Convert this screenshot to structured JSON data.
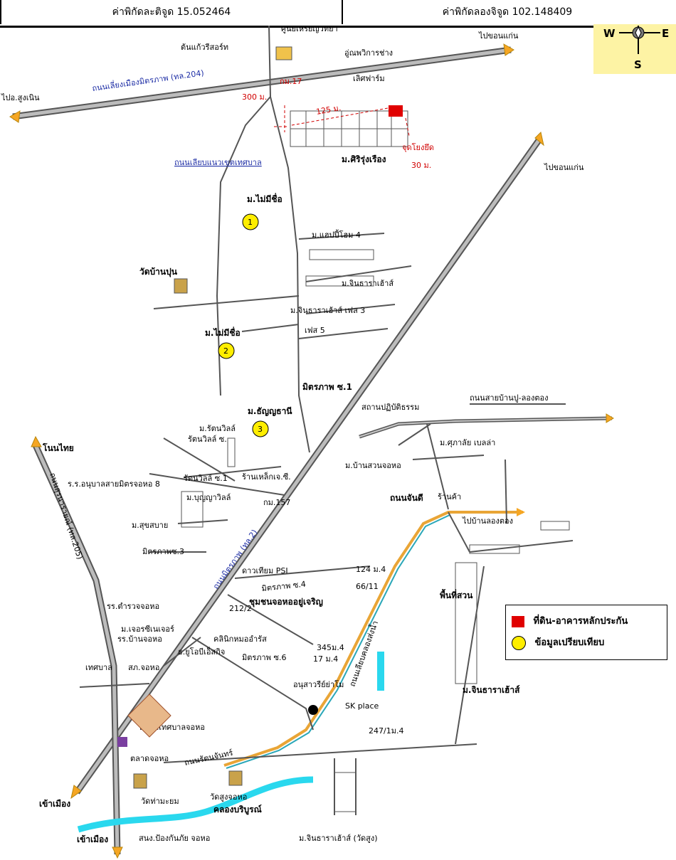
{
  "header": {
    "latitude_label": "ค่าพิกัดละติจูด 15.052464",
    "longitude_label": "ค่าพิกัดลองจิจูด 102.148409"
  },
  "compass": {
    "west": "W",
    "east": "E",
    "south": "S",
    "icon": "compass-rose-icon"
  },
  "roads": {
    "road_204": "ถนนเลี่ยงเมืองมิตรภาพ (ทล.204)",
    "to_khonkaen_top": "ไปขอนแก่น",
    "to_sungnoen": "ไปอ.สูงเนิน",
    "bypass_municipal": "ถนนเลียบแนวเขตเทศบาล",
    "to_khonkaen_right": "ไปขอนแก่น",
    "road_2": "ถนนมิตรภาพ (ทล.2)",
    "road_banpu": "ถนนสายบ้านปู-ลองตอง",
    "road_chanthi": "ถนนจันดี",
    "to_banlongtong": "ไปบ้านลองตอง",
    "road_rattanachan": "ถนนรัตนจันทร์",
    "road_khlong_songnam": "ถนนเลียบคลองส่งน้ำ",
    "road_205": "ถนนสุรนารายณ์ (ทล.205)",
    "to_phimai": "โนนไทย",
    "to_city_1": "เข้าเมือง",
    "to_city_2": "เข้าเมือง",
    "dist_300": "300 ม.",
    "dist_125": "125 ม.",
    "dist_30": "30 ม.",
    "subject_point": "จุดโยงยึด",
    "km17": "กม.17",
    "km157": "กม.157"
  },
  "places": {
    "ku_thong": "ต้นแก้วรีสอร์ท",
    "top_bld": "ศูนย์เหรียญวิทยา",
    "garage": "อู่ณพวิการช่าง",
    "farm": "เลิศฟาร์ม",
    "siri": "ม.ศิริรุ่งเรือง",
    "no_name_1": "ม.ไม่มีชื่อ",
    "happy_home": "ม.แฮปปี้โฮม 4",
    "chinthara_1": "ม.จินธาราเฮ้าส์",
    "chinthara_3": "ม.จินธาราเฮ้าส์ เฟส 3",
    "phase5": "เฟส 5",
    "wat_banpu": "วัดบ้านปุน",
    "no_name_2": "ม.ไม่มีชื่อ",
    "mittraphap_1": "มิตรภาพ ซ.1",
    "chanyathani": "ม.ธัญญธานี",
    "practice": "สถานปฏิบัติธรรม",
    "rattanawin": "ม.รัตนวิลล์",
    "rattanawin_soi": "รัตนวิลล์ ซ.",
    "supalai": "ม.ศุภาลัย เบลล่า",
    "ban_suan": "ม.บ้านสวนจอหอ",
    "school": "ร.ร.อนุบาลสายมิตรจอหอ 8",
    "rattanawin_soi1": "รัตนวิลล์ ซ.1",
    "steel": "ร้านเหล็กเจ.ซี.",
    "boonyavilla": "ม.บุญญาวิลล์",
    "shop": "ร้านค้า",
    "sukhsabai": "ม.สุขสบาย",
    "mittraphap_3": "มิตรภาพซ.3",
    "kaewtien": "ดาวเทียม PSI",
    "mittraphap_4": "มิตรภาพ ซ.4",
    "community": "ชุมชนจอหออยู่เจริญ",
    "garden": "พื้นที่สวน",
    "police": "สภ.จอหอ",
    "banchokho_school": "รร.บ้านจอหอ",
    "police_station": "รร.ตำรวจจอหอ",
    "jeravanich": "ม.เจอรซีเนเจอร์",
    "clinic": "คลินิกหมออำรัส",
    "mittraphap_6": "มิตรภาพ ซ.6",
    "bank": "ธ.ยูโอบีเอ็สกิจ",
    "municipal": "เทศบาล",
    "temple_market": "ตลาดเทศบาลจอหอ",
    "talad": "ตลาดจอหอ",
    "monument": "อนุสาวรีย์ย่าโม",
    "sk_place": "SK place",
    "chinthara_big": "ม.จินธาราเฮ้าส์",
    "wat_thamrong": "วัดท่ามะยม",
    "wat_sung": "วัดสูงจอหอ",
    "khlong": "คลองบริบูรณ์",
    "disaster": "สนง.ป้องกันภัย จอหอ",
    "chinthara_wat": "ม.จินธาราเฮ้าส์ (วัดสูง)",
    "addr_124": "124 ม.4",
    "addr_66": "66/11",
    "addr_345": "345ม.4",
    "addr_17": "17 ม.4",
    "addr_247": "247/1ม.4",
    "addr_212": "212/2"
  },
  "markers": [
    {
      "num": "1"
    },
    {
      "num": "2"
    },
    {
      "num": "3"
    }
  ],
  "legend": {
    "subject": "ที่ดิน-อาคารหลักประกัน",
    "comparable": "ข้อมูลเปรียบเทียบ",
    "subject_color": "#e00000",
    "comparable_color": "#ffee00"
  },
  "colors": {
    "road_fill": "#b8b8b8",
    "arrow": "#f5a623",
    "canal": "#2ad8ee",
    "canal_road": "#e9a536",
    "compass_bg": "#fdf3a4"
  }
}
